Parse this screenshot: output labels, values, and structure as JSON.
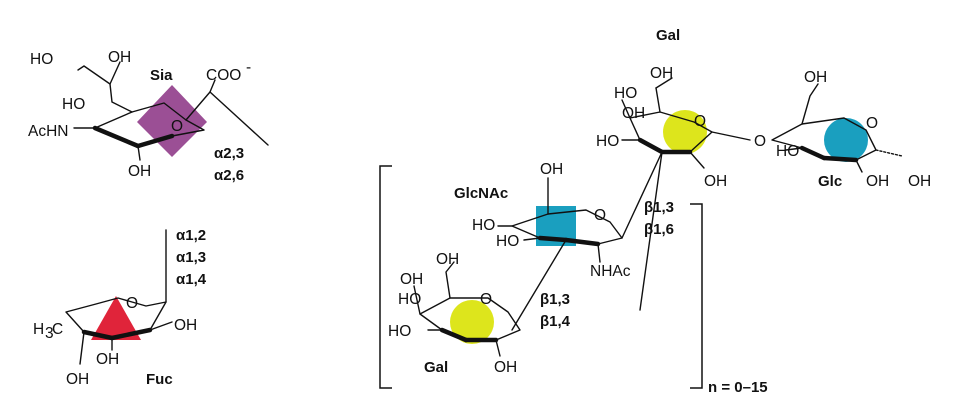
{
  "colors": {
    "sia": "#9b4f95",
    "fuc": "#e0243a",
    "gal": "#dde51c",
    "glc": "#1a9fbf",
    "glcnac": "#1a9fbf"
  },
  "icons": {
    "sia": "diamond-symbol",
    "fuc": "triangle-symbol",
    "gal": "circle-symbol",
    "glc": "circle-symbol",
    "glcnac": "square-symbol"
  },
  "sia": {
    "name": "Sia",
    "links": [
      "α2,3",
      "α2,6"
    ],
    "labels": {
      "ho_top_left": "HO",
      "oh_top_right": "OH",
      "coo": "COO",
      "coo_charge": "-",
      "ho_mid": "HO",
      "achn": "AcHN",
      "oh_bottom": "OH",
      "ring_o": "O"
    }
  },
  "fuc": {
    "name": "Fuc",
    "links": [
      "α1,2",
      "α1,3",
      "α1,4"
    ],
    "labels": {
      "h3c_h": "H",
      "h3c_sub": "3",
      "h3c_c": "C",
      "oh_right": "OH",
      "oh_mid": "OH",
      "oh_bottom": "OH",
      "ring_o": "O"
    }
  },
  "lactose": {
    "gal_name": "Gal",
    "glc_name": "Glc",
    "labels": {
      "gal_oh_top": "OH",
      "gal_ho_a": "HO",
      "gal_oh_c6": "OH",
      "gal_ho_b": "HO",
      "gal_oh_bottom": "OH",
      "gal_ring_o": "O",
      "glyco_o": "O",
      "glc_oh_c6": "OH",
      "glc_ho": "HO",
      "glc_oh_bottom": "OH",
      "glc_oh_anomeric": "OH",
      "glc_ring_o": "O"
    }
  },
  "repeat": {
    "glcnac_name": "GlcNAc",
    "gal_name": "Gal",
    "glcnac_links": [
      "β1,3",
      "β1,6"
    ],
    "gal_links": [
      "β1,3",
      "β1,4"
    ],
    "count": "n = 0–15",
    "labels": {
      "glcnac_oh_c6": "OH",
      "glcnac_ho_a": "HO",
      "glcnac_ho_b": "HO",
      "glcnac_ring_o": "O",
      "nhac": "NHAc",
      "gal_oh_top": "OH",
      "gal_oh_c6": "OH",
      "gal_ho_a": "HO",
      "gal_ho_b": "HO",
      "gal_oh_bottom": "OH",
      "gal_ring_o": "O"
    }
  }
}
